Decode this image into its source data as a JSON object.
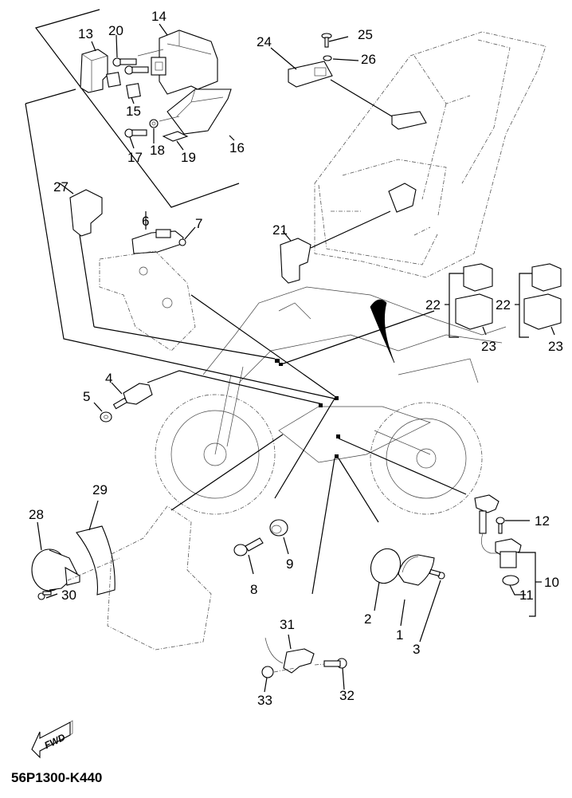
{
  "diagram": {
    "catalog_code": "56P1300-K440",
    "direction_badge": "FWD",
    "subject": "Motorcycle electrical parts exploded view",
    "callouts": {
      "p1": "1",
      "p2": "2",
      "p3": "3",
      "p4": "4",
      "p5": "5",
      "p6": "6",
      "p7": "7",
      "p8": "8",
      "p9": "9",
      "p10": "10",
      "p11": "11",
      "p12": "12",
      "p13": "13",
      "p14": "14",
      "p15": "15",
      "p16": "16",
      "p17": "17",
      "p18": "18",
      "p19": "19",
      "p20": "20",
      "p21": "21",
      "p22a": "22",
      "p22b": "22",
      "p23a": "23",
      "p23b": "23",
      "p24": "24",
      "p25": "25",
      "p26": "26",
      "p27": "27",
      "p28": "28",
      "p29": "29",
      "p30": "30",
      "p31": "31",
      "p32": "32",
      "p33": "33"
    }
  }
}
